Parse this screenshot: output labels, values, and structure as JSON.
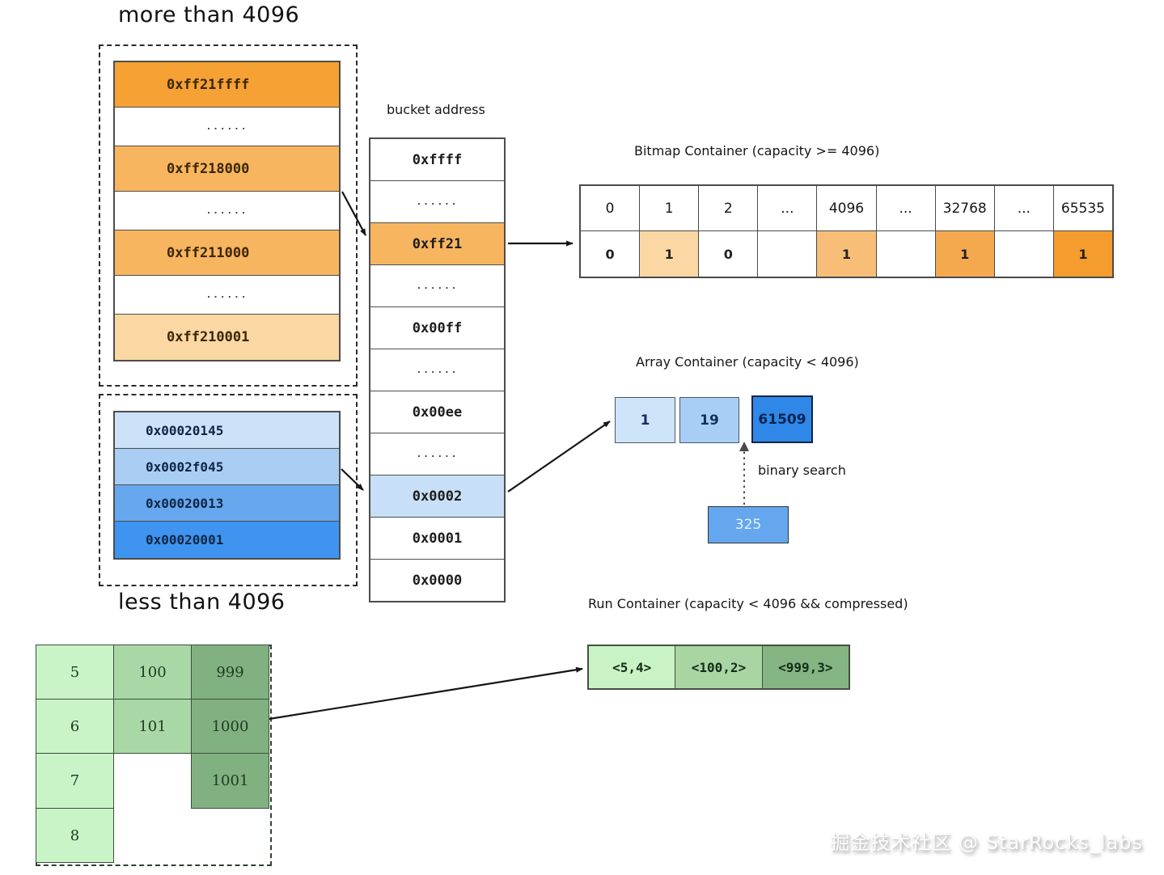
{
  "titles": {
    "more_than": "more than 4096",
    "less_than": "less than 4096",
    "bucket_label": "bucket address"
  },
  "watermark": "掘金技术社区 @ StarRocks_labs",
  "colors": {
    "orange_dark": "#F49C2E",
    "orange_mid": "#F8B55F",
    "orange_light": "#FAD7A3",
    "blue_light1": "#CBE2F8",
    "blue_light2": "#A9CDF3",
    "blue_mid": "#67A7ED",
    "blue_strong": "#3E94EE",
    "green_light": "#C9F4C8",
    "green_mid": "#A9D8A6",
    "green_dark": "#82B181"
  },
  "high_box": {
    "cells": [
      {
        "text": "0xff21ffff",
        "bg": "#F5A134"
      },
      {
        "text": "......",
        "bg": "#FFFFFF"
      },
      {
        "text": "0xff218000",
        "bg": "#F8B55F"
      },
      {
        "text": "......",
        "bg": "#FFFFFF"
      },
      {
        "text": "0xff211000",
        "bg": "#F8B55F"
      },
      {
        "text": "......",
        "bg": "#FFFFFF"
      },
      {
        "text": "0xff210001",
        "bg": "#FAD7A3"
      }
    ]
  },
  "bucket_column": {
    "cells": [
      {
        "text": "0xffff",
        "bg": "#FFFFFF"
      },
      {
        "text": "......",
        "bg": "#FFFFFF"
      },
      {
        "text": "0xff21",
        "bg": "#F8B55F"
      },
      {
        "text": "......",
        "bg": "#FFFFFF"
      },
      {
        "text": "0x00ff",
        "bg": "#FFFFFF"
      },
      {
        "text": "......",
        "bg": "#FFFFFF"
      },
      {
        "text": "0x00ee",
        "bg": "#FFFFFF"
      },
      {
        "text": "......",
        "bg": "#FFFFFF"
      },
      {
        "text": "0x0002",
        "bg": "#C7E0F7"
      },
      {
        "text": "0x0001",
        "bg": "#FFFFFF"
      },
      {
        "text": "0x0000",
        "bg": "#FFFFFF"
      }
    ]
  },
  "bitmap": {
    "title": "Bitmap Container (capacity >= 4096)",
    "columns": [
      {
        "header": "0",
        "value": "0",
        "bg": "#FFFFFF"
      },
      {
        "header": "1",
        "value": "1",
        "bg": "#FAD7A3"
      },
      {
        "header": "2",
        "value": "0",
        "bg": "#FFFFFF"
      },
      {
        "header": "...",
        "value": "",
        "bg": "#FFFFFF"
      },
      {
        "header": "4096",
        "value": "1",
        "bg": "#F8BE78"
      },
      {
        "header": "...",
        "value": "",
        "bg": "#FFFFFF"
      },
      {
        "header": "32768",
        "value": "1",
        "bg": "#F5A94F"
      },
      {
        "header": "...",
        "value": "",
        "bg": "#FFFFFF"
      },
      {
        "header": "65535",
        "value": "1",
        "bg": "#F49C2E"
      }
    ]
  },
  "array": {
    "title": "Array Container (capacity < 4096)",
    "cells": [
      {
        "text": "1",
        "bg": "#CEE4F8"
      },
      {
        "text": "19",
        "bg": "#A8CEF5"
      },
      {
        "text": "61509",
        "bg": "#2F87E8"
      }
    ],
    "binary_search_label": "binary search",
    "search_value": "325",
    "search_box_bg": "#64A7EE"
  },
  "low_box": {
    "cells": [
      {
        "text": "0x00020145",
        "bg": "#CBE2F8"
      },
      {
        "text": "0x0002f045",
        "bg": "#A9CDF3"
      },
      {
        "text": "0x00020013",
        "bg": "#67A7ED"
      },
      {
        "text": "0x00020001",
        "bg": "#3E94EE"
      }
    ]
  },
  "green_grid": {
    "cells": [
      {
        "text": "5",
        "bg": "#C9F4C8"
      },
      {
        "text": "100",
        "bg": "#A9D8A6"
      },
      {
        "text": "999",
        "bg": "#82B181"
      },
      {
        "text": "6",
        "bg": "#C9F4C8"
      },
      {
        "text": "101",
        "bg": "#A9D8A6"
      },
      {
        "text": "1000",
        "bg": "#82B181"
      },
      {
        "text": "7",
        "bg": "#C9F4C8"
      },
      {
        "text": "1001",
        "bg": "#82B181"
      },
      {
        "text": "8",
        "bg": "#C9F4C8"
      }
    ]
  },
  "run": {
    "title": "Run Container (capacity < 4096 && compressed)",
    "cells": [
      {
        "text": "<5,4>",
        "bg": "#C9F2C5"
      },
      {
        "text": "<100,2>",
        "bg": "#A9D5A3"
      },
      {
        "text": "<999,3>",
        "bg": "#85B582"
      }
    ]
  }
}
